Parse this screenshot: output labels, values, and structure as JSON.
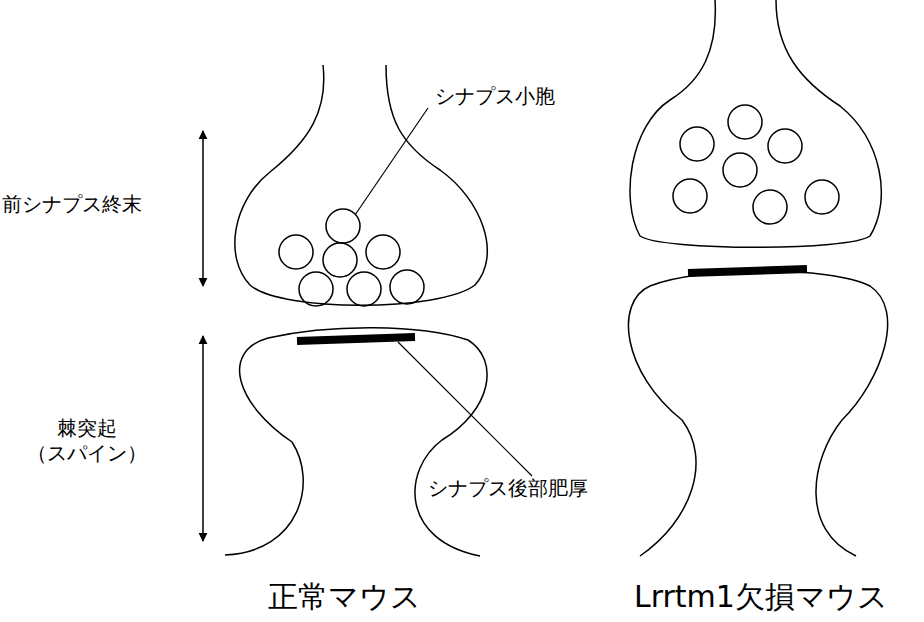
{
  "diagram": {
    "labels": [
      "シナプス小胞",
      "前シナプス終末",
      "棘突起 （スパイン）",
      "シナプス後部肥厚",
      "正常マウス",
      "Lrrtm1欠損マウス"
    ]
  }
}
